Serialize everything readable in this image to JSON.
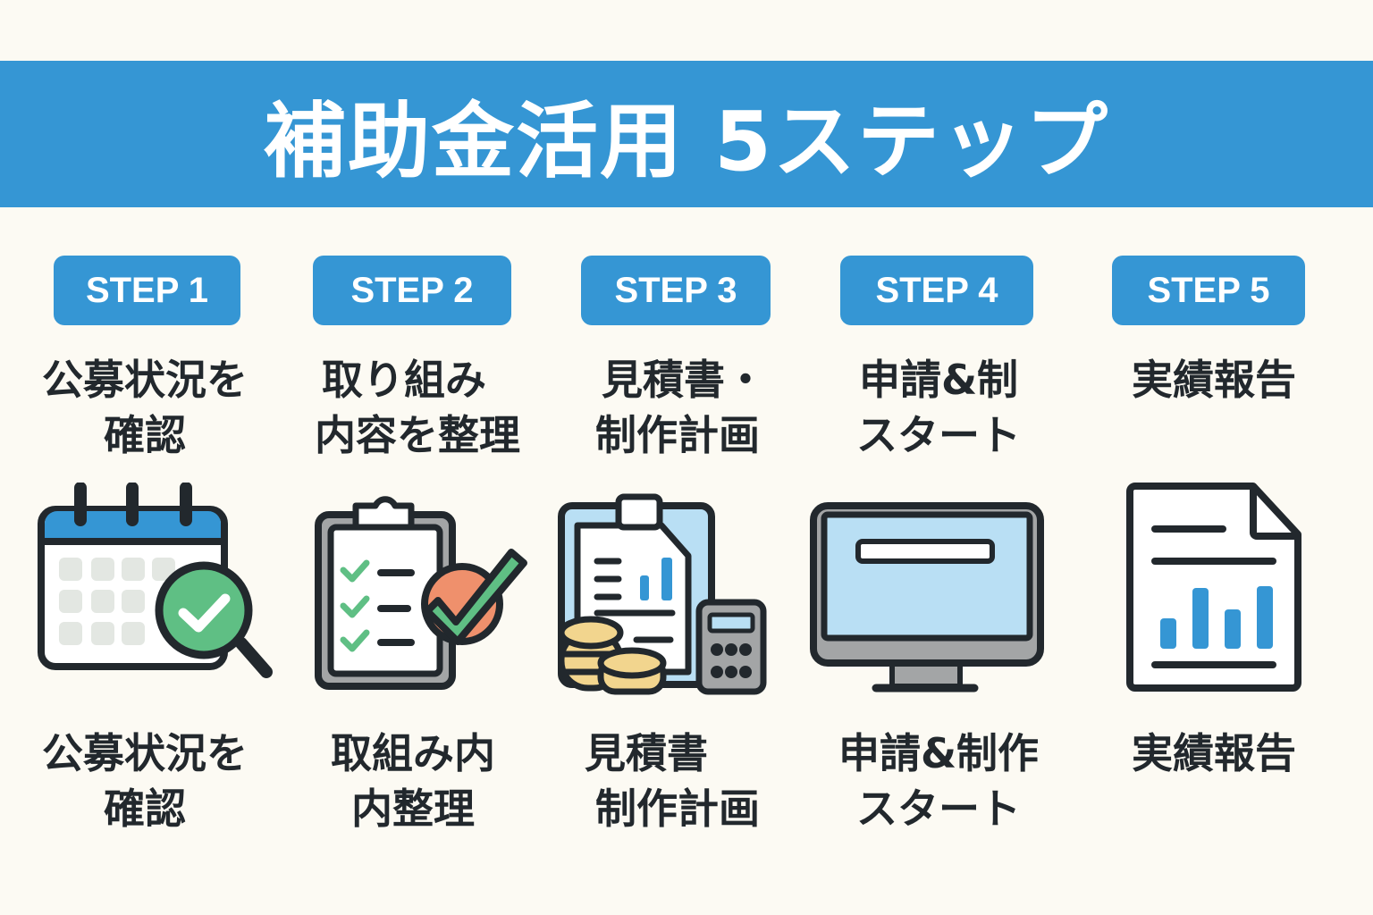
{
  "header": {
    "title": "補助金活用 5ステップ"
  },
  "colors": {
    "background": "#fcfaf3",
    "accent": "#3596d4",
    "text": "#22282d",
    "green": "#5fbf84",
    "orange": "#ef906c",
    "light_blue": "#b9dff4",
    "coin": "#f2d58e",
    "gray": "#a3a5a6"
  },
  "steps": [
    {
      "badge": "STEP 1",
      "title_lines": [
        "公募状況を",
        "確認"
      ],
      "icon": "calendar-search-check-icon",
      "caption_lines": [
        "公募状況を",
        "確認"
      ]
    },
    {
      "badge": "STEP 2",
      "title_lines": [
        "取り組み",
        "内容を整理"
      ],
      "icon": "clipboard-checklist-icon",
      "caption_lines": [
        "取組み内",
        "内整理"
      ]
    },
    {
      "badge": "STEP 3",
      "title_lines": [
        "見積書・",
        "制作計画"
      ],
      "icon": "estimate-coins-calculator-icon",
      "caption_lines": [
        "見積書",
        "制作計画"
      ]
    },
    {
      "badge": "STEP 4",
      "title_lines": [
        "申請&制",
        "スタート"
      ],
      "icon": "monitor-icon",
      "caption_lines": [
        "申請&制作",
        "スタート"
      ]
    },
    {
      "badge": "STEP 5",
      "title_lines": [
        "実績報告"
      ],
      "icon": "report-chart-icon",
      "caption_lines": [
        "実績報告"
      ]
    }
  ]
}
